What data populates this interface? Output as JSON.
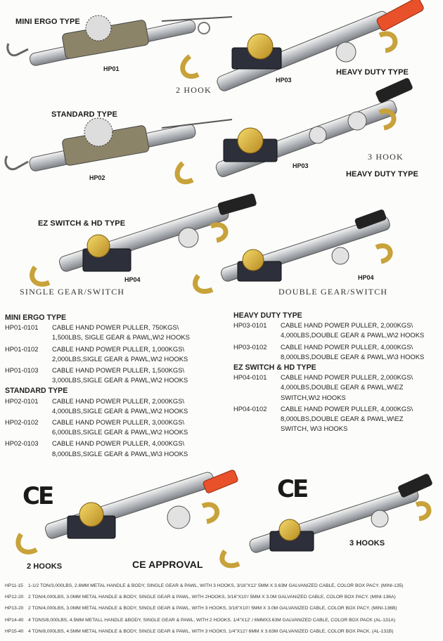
{
  "products": [
    {
      "title": "MINI ERGO TYPE",
      "code": "HP01"
    },
    {
      "title": "HEAVY DUTY TYPE",
      "code": "HP03",
      "hooks": "2 HOOK"
    },
    {
      "title": "STANDARD TYPE",
      "code": "HP02"
    },
    {
      "title": "HEAVY DUTY TYPE",
      "code": "HP03",
      "hooks": "3 HOOK"
    },
    {
      "title": "EZ SWITCH & HD TYPE",
      "code": "HP04",
      "caption": "SINGLE GEAR/SWITCH"
    },
    {
      "code": "HP04",
      "caption": "DOUBLE GEAR/SWITCH"
    }
  ],
  "specs_left": [
    {
      "section": "MINI ERGO TYPE",
      "items": [
        {
          "id": "HP01-0101",
          "lines": [
            "CABLE HAND POWER PULLER, 750KGS\\",
            "1,500LBS, SIGLE GEAR & PAWL,W\\2 HOOKS"
          ]
        },
        {
          "id": "HP01-0102",
          "lines": [
            "CABLE HAND POWER PULLER, 1,000KGS\\",
            "2,000LBS,SIGLE GEAR & PAWL,W\\2 HOOKS"
          ]
        },
        {
          "id": "HP01-0103",
          "lines": [
            "CABLE HAND POWER PULLER, 1,500KGS\\",
            "3,000LBS,SIGLE GEAR & PAWL,W\\2 HOOKS"
          ]
        }
      ]
    },
    {
      "section": "STANDARD TYPE",
      "items": [
        {
          "id": "HP02-0101",
          "lines": [
            "CABLE HAND POWER PULLER, 2,000KGS\\",
            "4,000LBS,SIGLE GEAR & PAWL,W\\2 HOOKS"
          ]
        },
        {
          "id": "HP02-0102",
          "lines": [
            "CABLE HAND POWER PULLER, 3,000KGS\\",
            "6,000LBS,SIGLE GEAR & PAWL,W\\2 HOOKS"
          ]
        },
        {
          "id": "HP02-0103",
          "lines": [
            "CABLE HAND POWER PULLER, 4,000KGS\\",
            "8,000LBS,SIGLE GEAR & PAWL,W\\3 HOOKS"
          ]
        }
      ]
    }
  ],
  "specs_right": [
    {
      "section": "HEAVY DUTY TYPE",
      "items": [
        {
          "id": "HP03-0101",
          "lines": [
            "CABLE HAND POWER PULLER, 2,000KGS\\",
            "4,000LBS,DOUBLE GEAR & PAWL,W\\2 HOOKS"
          ]
        },
        {
          "id": "HP03-0102",
          "lines": [
            "CABLE HAND POWER PULLER, 4,000KGS\\",
            "8,000LBS,DOUBLE GEAR & PAWL,W\\3 HOOKS"
          ]
        }
      ]
    },
    {
      "section": "EZ SWITCH & HD TYPE",
      "items": [
        {
          "id": "HP04-0101",
          "lines": [
            "CABLE HAND POWER PULLER, 2,000KGS\\",
            "4,000LBS,DOUBLE GEAR & PAWL,W\\EZ",
            "SWITCH,W\\2 HOOKS"
          ]
        },
        {
          "id": "HP04-0102",
          "lines": [
            "CABLE HAND POWER PULLER, 4,000KGS\\",
            "8,000LBS,DOUBLE GEAR & PAWL,W\\EZ",
            "SWITCH, W\\3 HOOKS"
          ]
        }
      ]
    }
  ],
  "ce": {
    "mark_left": "CE",
    "mark_right": "CE",
    "label_2hooks": "2 HOOKS",
    "label_approval": "CE APPROVAL",
    "label_3hooks": "3 HOOKS"
  },
  "ce_list": [
    {
      "code": "HP11-15",
      "desc": "1-1/2 TON/3,000LBS, 2.6MM METAL HANDLE & BODY, SINGLE GEAR & PAWL, WITH 3 HOOKS, 3/16\"X12' 5MM X 3.63M GALVANIZED CABLE, COLOR BOX PACY. (MINI-135)"
    },
    {
      "code": "HP12-20",
      "desc": "2 TON/4,000LBS, 3.0MM METAL HANDLE & BODY, SINGLE GEAR & PAWL, WITH 2HOOKS, 3/16\"X10'/ 5MM X 3.0M GALVANIZED CABLE, COLOR BOX PACY. (MINI-136A)"
    },
    {
      "code": "HP13-20",
      "desc": "2 TON/4,000LBS, 3.0MM METAL HANDLE & BODY, SINGLE GEAR & PAWL, WITH 3 HOOKS, 3/16\"X10'/ 5MM X 3.0M GALVANIZED CABLE, COLOR BOX PACY. (MINI-136B)"
    },
    {
      "code": "HP14-40",
      "desc": "4 TONS/8,000LBS, 4.5MM METALL HANDLE &BODY, SINGLE GEAR & PAWL, WITH 2  HOOKS. 1/4\"X12' / 6MMX3.63M  GALVANIZED CABLE,  COLOR BOX PACK (AL-131A)"
    },
    {
      "code": "HP15-40",
      "desc": "4 TON/8,000LBS, 4.5MM METAL HANDLE & BODY, SINGLE GEAR & PAWL, WITH 3 HOOKS,  1/4\"X12'/ 6MM X 3.63M GALVANIZED CABLE, COLOR BOX PACK. (AL-131B)"
    }
  ]
}
